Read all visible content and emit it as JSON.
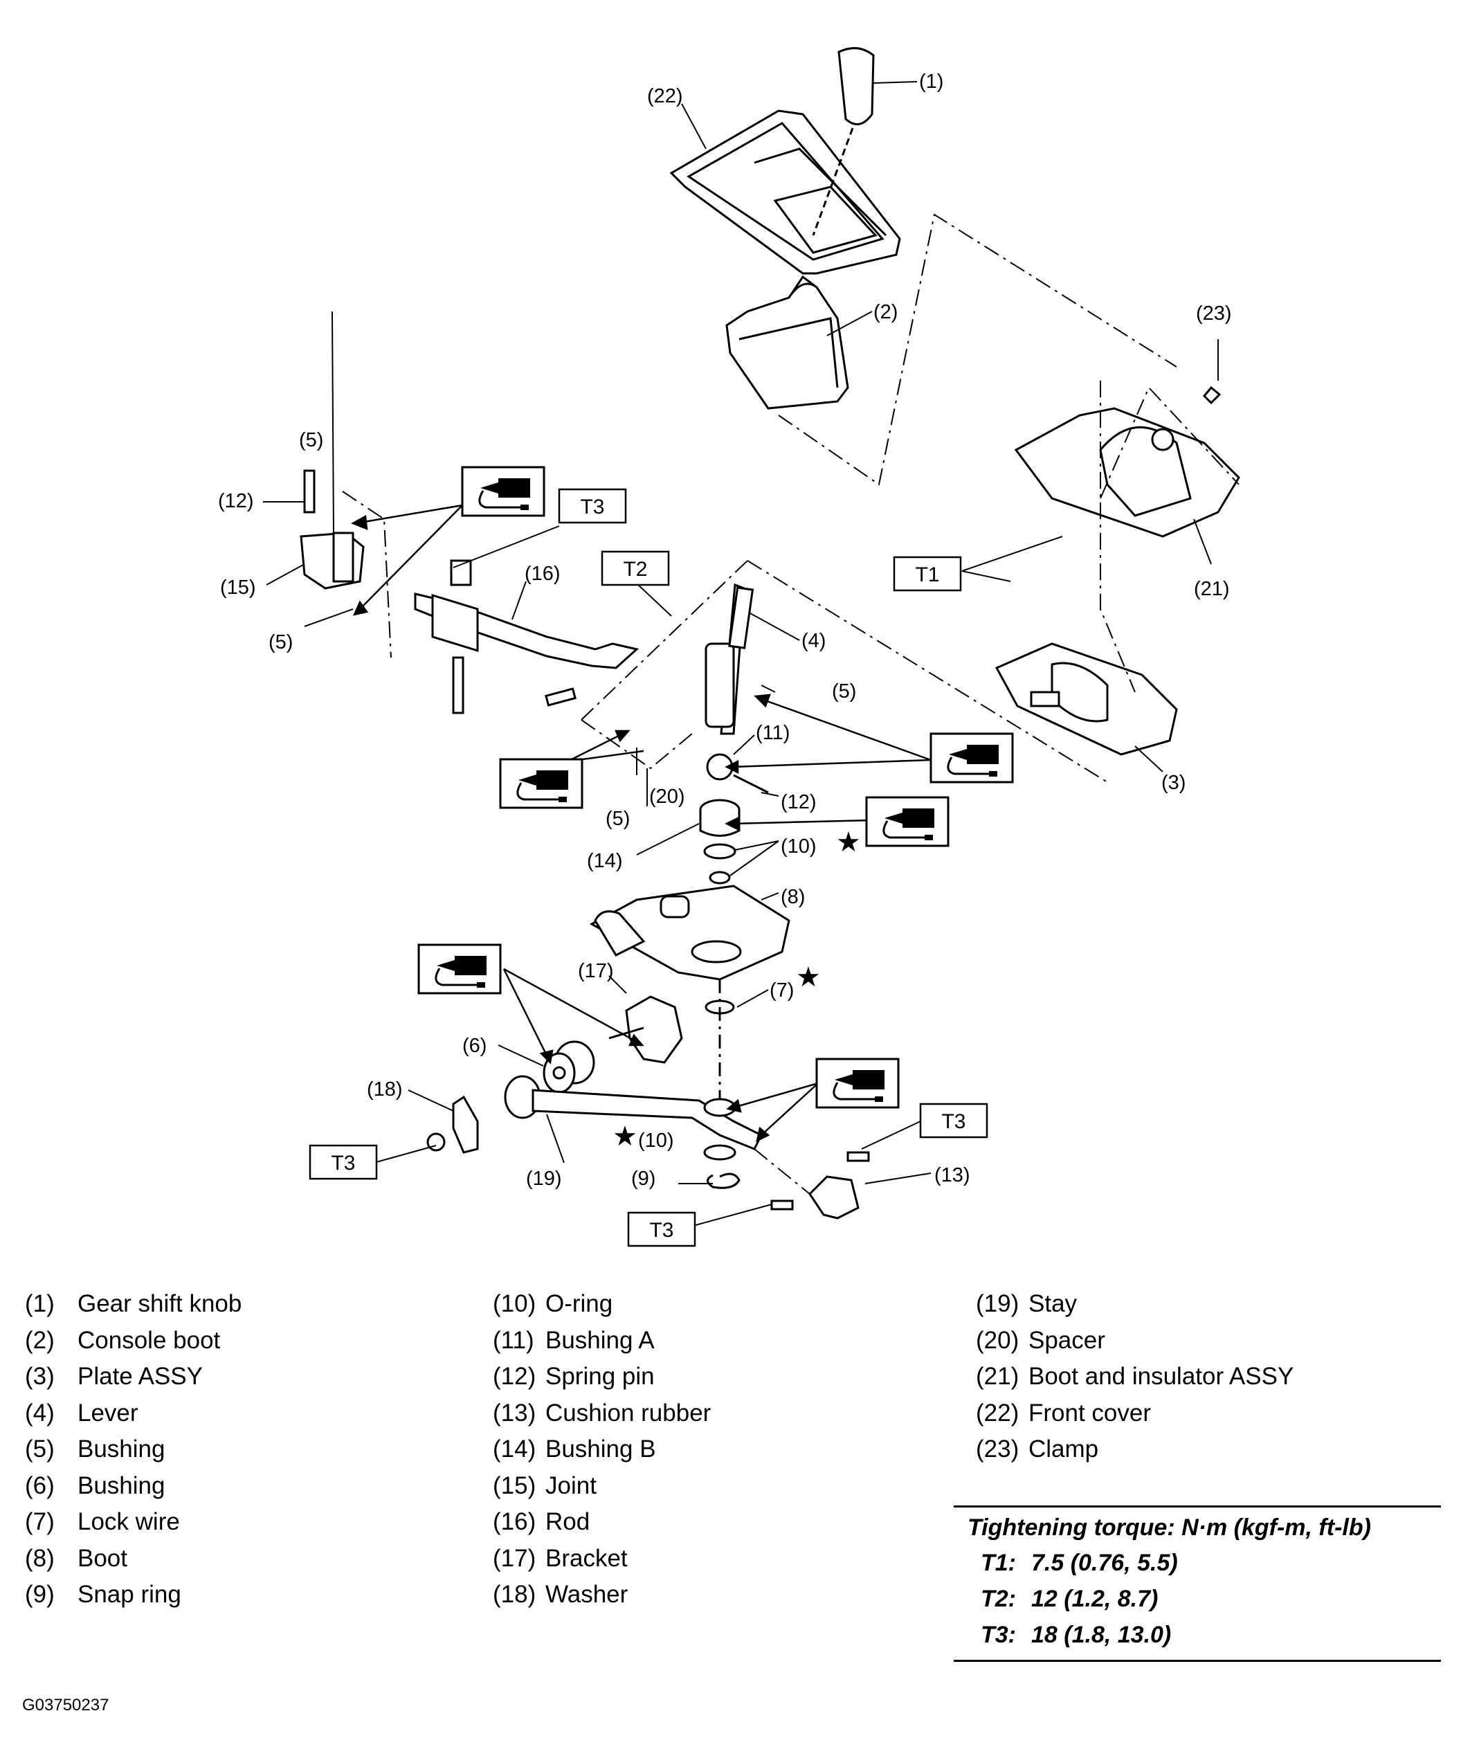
{
  "diagram": {
    "callouts": {
      "c1": "(1)",
      "c2": "(2)",
      "c3": "(3)",
      "c4": "(4)",
      "c5a": "(5)",
      "c5b": "(5)",
      "c5c": "(5)",
      "c5d": "(5)",
      "c6": "(6)",
      "c7": "(7)",
      "c8": "(8)",
      "c9": "(9)",
      "c10a": "(10)",
      "c10b": "(10)",
      "c11": "(11)",
      "c12a": "(12)",
      "c12b": "(12)",
      "c13": "(13)",
      "c14": "(14)",
      "c15": "(15)",
      "c16": "(16)",
      "c17": "(17)",
      "c18": "(18)",
      "c19": "(19)",
      "c20": "(20)",
      "c21": "(21)",
      "c22": "(22)",
      "c23": "(23)"
    },
    "torque_tags": {
      "t1": "T1",
      "t2": "T2",
      "t3a": "T3",
      "t3b": "T3",
      "t3c": "T3",
      "t3d": "T3"
    },
    "star_symbol": "★",
    "grease_icon": "grease-gun-icon"
  },
  "parts_list": [
    [
      {
        "num": "(1)",
        "name": "Gear shift knob"
      },
      {
        "num": "(2)",
        "name": "Console boot"
      },
      {
        "num": "(3)",
        "name": "Plate ASSY"
      },
      {
        "num": "(4)",
        "name": "Lever"
      },
      {
        "num": "(5)",
        "name": "Bushing"
      },
      {
        "num": "(6)",
        "name": "Bushing"
      },
      {
        "num": "(7)",
        "name": "Lock wire"
      },
      {
        "num": "(8)",
        "name": "Boot"
      },
      {
        "num": "(9)",
        "name": "Snap ring"
      }
    ],
    [
      {
        "num": "(10)",
        "name": "O-ring"
      },
      {
        "num": "(11)",
        "name": "Bushing A"
      },
      {
        "num": "(12)",
        "name": "Spring pin"
      },
      {
        "num": "(13)",
        "name": "Cushion rubber"
      },
      {
        "num": "(14)",
        "name": "Bushing B"
      },
      {
        "num": "(15)",
        "name": "Joint"
      },
      {
        "num": "(16)",
        "name": "Rod"
      },
      {
        "num": "(17)",
        "name": "Bracket"
      },
      {
        "num": "(18)",
        "name": "Washer"
      }
    ],
    [
      {
        "num": "(19)",
        "name": "Stay"
      },
      {
        "num": "(20)",
        "name": "Spacer"
      },
      {
        "num": "(21)",
        "name": "Boot and insulator ASSY"
      },
      {
        "num": "(22)",
        "name": "Front cover"
      },
      {
        "num": "(23)",
        "name": "Clamp"
      }
    ]
  ],
  "torque_table": {
    "title": "Tightening torque: N·m (kgf-m, ft-lb)",
    "rows": [
      {
        "label": "T1:",
        "value": "7.5 (0.76, 5.5)"
      },
      {
        "label": "T2:",
        "value": "12 (1.2, 8.7)"
      },
      {
        "label": "T3:",
        "value": "18 (1.8, 13.0)"
      }
    ]
  },
  "figure_code": "G03750237"
}
